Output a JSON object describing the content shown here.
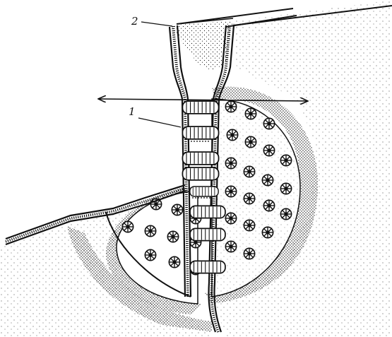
{
  "figure": {
    "labels": [
      {
        "id": "callout-1",
        "text": "1"
      },
      {
        "id": "callout-2",
        "text": "2"
      }
    ],
    "has_double_arrow": true,
    "ink_color": "#111111",
    "paper_color": "#ffffff"
  }
}
